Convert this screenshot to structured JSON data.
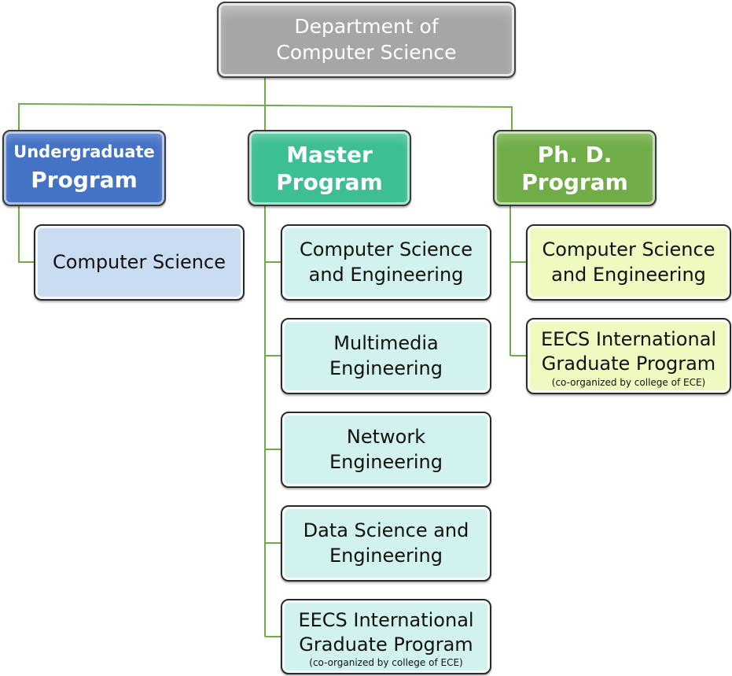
{
  "root": {
    "line1": "Department of",
    "line2": "Computer Science"
  },
  "programs": [
    {
      "line1": "Undergraduate",
      "line2": "Program",
      "children": [
        {
          "lines": [
            "Computer Science"
          ]
        }
      ]
    },
    {
      "line1": "Master",
      "line2": "Program",
      "children": [
        {
          "lines": [
            "Computer Science",
            "and Engineering"
          ]
        },
        {
          "lines": [
            "Multimedia",
            "Engineering"
          ]
        },
        {
          "lines": [
            "Network",
            "Engineering"
          ]
        },
        {
          "lines": [
            "Data Science and",
            "Engineering"
          ]
        },
        {
          "lines": [
            "EECS International",
            "Graduate Program"
          ],
          "note": "(co-organized by college of ECE)"
        }
      ]
    },
    {
      "line1": "Ph. D.",
      "line2": "Program",
      "children": [
        {
          "lines": [
            "Computer Science",
            "and Engineering"
          ]
        },
        {
          "lines": [
            "EECS International",
            "Graduate Program"
          ],
          "note": "(co-organized by college of ECE)"
        }
      ]
    }
  ],
  "colors": {
    "root_fill": "#a6a6a6",
    "undergraduate_fill": "#4472c4",
    "master_fill": "#3ebe93",
    "phd_fill": "#70ad47",
    "undergraduate_child_fill": "#c9dcf1",
    "master_child_fill": "#d2f2f0",
    "phd_child_fill": "#eefac0",
    "connector": "#70ad47"
  }
}
